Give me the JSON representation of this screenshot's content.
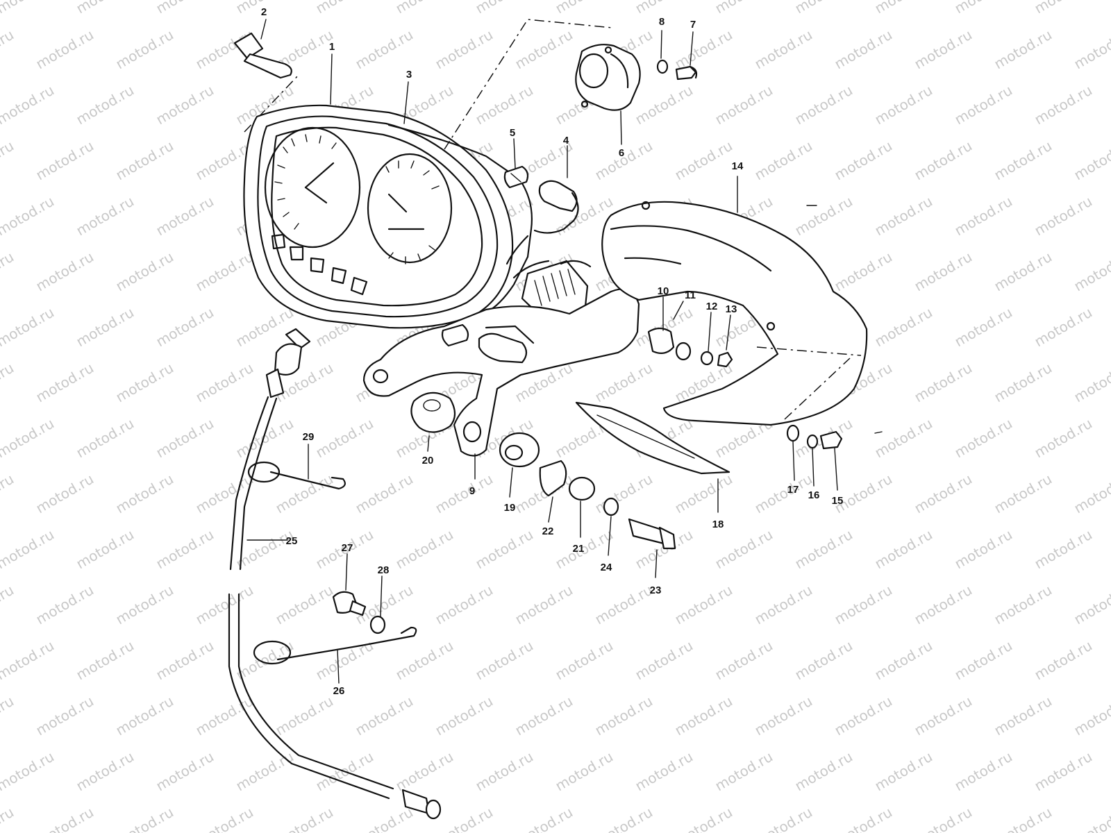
{
  "diagram": {
    "watermark": "motod.ru",
    "callouts": {
      "c1": "1",
      "c2": "2",
      "c3": "3",
      "c4": "4",
      "c5": "5",
      "c6": "6",
      "c7": "7",
      "c8": "8",
      "c9": "9",
      "c10": "10",
      "c11": "11",
      "c12": "12",
      "c13": "13",
      "c14": "14",
      "c15": "15",
      "c16": "16",
      "c17": "17",
      "c18": "18",
      "c19": "19",
      "c20": "20",
      "c21": "21",
      "c22": "22",
      "c23": "23",
      "c24": "24",
      "c25": "25",
      "c26": "26",
      "c27": "27",
      "c28": "28",
      "c29": "29"
    }
  }
}
